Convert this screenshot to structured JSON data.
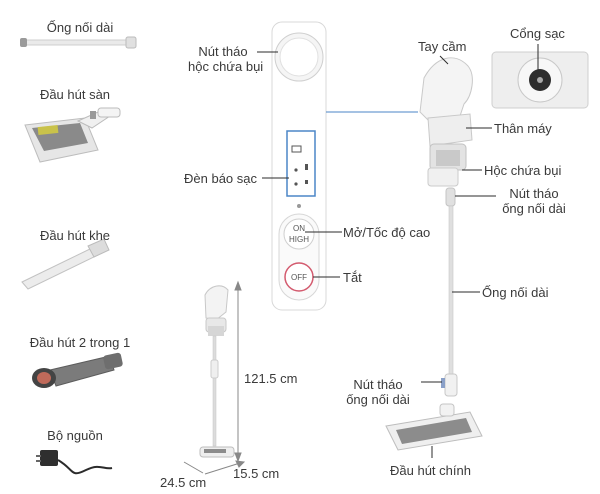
{
  "accessories": [
    {
      "name": "Ống nối dài"
    },
    {
      "name": "Đầu hút sàn"
    },
    {
      "name": "Đầu hút khe"
    },
    {
      "name": "Đầu hút 2 trong 1"
    },
    {
      "name": "Bộ nguồn"
    }
  ],
  "dimensions": {
    "height": "121.5 cm",
    "length": "24.5 cm",
    "width": "15.5 cm"
  },
  "panel": {
    "release_button": "Nút tháo hộc chứa bụi",
    "release_button_l1": "Nút tháo",
    "release_button_l2": "hộc chứa bụi",
    "charge_light": "Đèn báo sạc",
    "on_high": "Mở/Tốc độ cao",
    "off": "Tắt",
    "btn_on": "ON",
    "btn_high": "HIGH",
    "btn_off": "OFF"
  },
  "main_parts": {
    "handle": "Tay cầm",
    "charge_port": "Cổng sạc",
    "body": "Thân máy",
    "dust_box": "Hộc chứa bụi",
    "tube_release_l1": "Nút tháo",
    "tube_release_l2": "ống nối dài",
    "tube": "Ống nối dài",
    "tube_release2_l1": "Nút tháo",
    "tube_release2_l2": "ống nối dài",
    "main_head": "Đầu hút chính"
  }
}
